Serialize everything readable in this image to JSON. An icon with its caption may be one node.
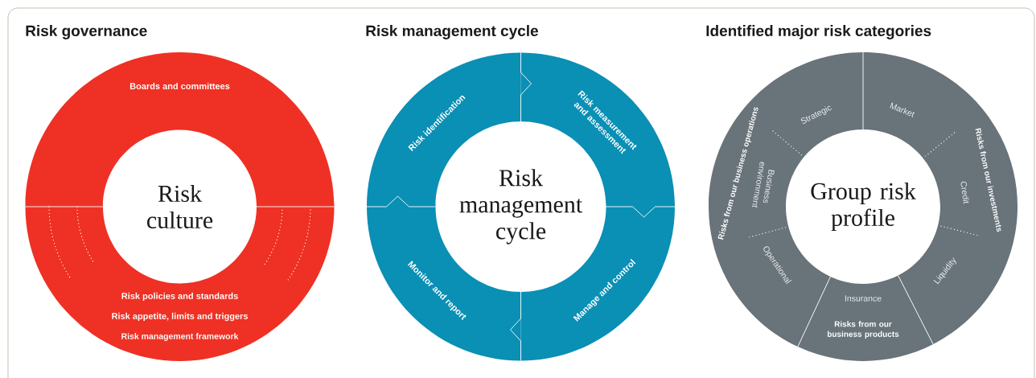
{
  "diagram": {
    "nodes": [
      {
        "text": [
          "Risk culture"
        ]
      },
      {
        "text": [
          "Boards and committees"
        ]
      },
      {
        "text": [
          "Risk policies and standards",
          "Risk appetite, limits and triggers",
          "Risk management framework"
        ]
      },
      {
        "text": [
          "Risk management cycle"
        ]
      },
      {
        "text": [
          "Risk identification"
        ]
      },
      {
        "text": [
          "Risk measurement and assessment"
        ]
      },
      {
        "text": [
          "Manage and control"
        ]
      },
      {
        "text": [
          "Monitor and report"
        ]
      },
      {
        "text": [
          "Group risk profile"
        ]
      },
      {
        "text": [
          "Risks from our business operations",
          "Strategic",
          "Business environment",
          "Operational"
        ]
      },
      {
        "text": [
          "Risks from our investments",
          "Market",
          "Credit",
          "Liquidity"
        ]
      },
      {
        "text": [
          "Insurance",
          "Risks from our business products"
        ]
      }
    ],
    "labels": [
      "Risk governance",
      "Risk management cycle",
      "Identified major risk categories"
    ]
  }
}
